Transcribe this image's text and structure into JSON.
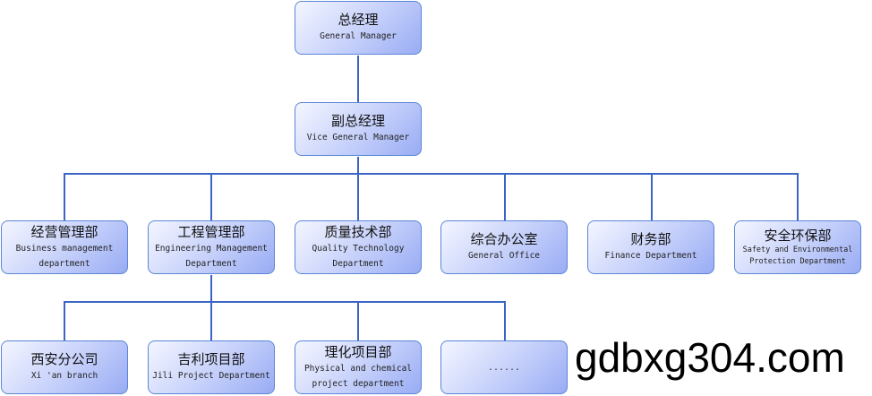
{
  "top": {
    "zh": "总经理",
    "en": "General Manager"
  },
  "vice": {
    "zh": "副总经理",
    "en": "Vice General Manager"
  },
  "departments": [
    {
      "zh": "经营管理部",
      "en": "Business management department"
    },
    {
      "zh": "工程管理部",
      "en": "Engineering Management Department"
    },
    {
      "zh": "质量技术部",
      "en": "Quality Technology Department"
    },
    {
      "zh": "综合办公室",
      "en": "General Office"
    },
    {
      "zh": "财务部",
      "en": "Finance Department"
    },
    {
      "zh": "安全环保部",
      "en": "Safety and Environmental Protection Department"
    }
  ],
  "projects": [
    {
      "zh": "西安分公司",
      "en": "Xi 'an branch"
    },
    {
      "zh": "吉利项目部",
      "en": "Jili Project Department"
    },
    {
      "zh": "理化项目部",
      "en": "Physical and chemical project department"
    },
    {
      "zh": "",
      "en": "......"
    }
  ],
  "watermark": "gdbxg304.com"
}
